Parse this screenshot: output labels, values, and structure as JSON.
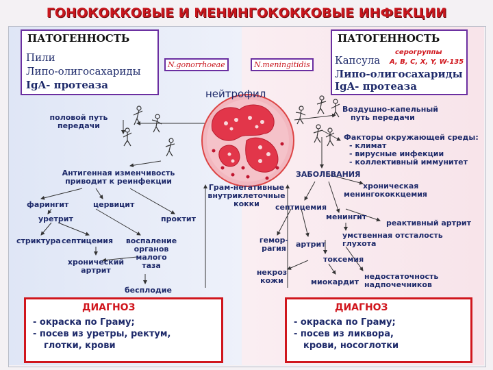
{
  "title": "ГОНОКОККОВЫЕ И МЕНИНГОКОККОВЫЕ ИНФЕКЦИИ",
  "left_pathogenicity": {
    "heading": "ПАТОГЕННОСТЬ",
    "items": [
      "Пили",
      "Липо-олигосахариды",
      "IgA- протеаза"
    ]
  },
  "right_pathogenicity": {
    "heading": "ПАТОГЕННОСТЬ",
    "items": [
      "Капсула",
      "Липо-олигосахариды",
      "IgA- протеаза"
    ],
    "serogroups_label": "серогруппы",
    "serogroups_values": "A, B, C, X, Y, W-135"
  },
  "species": {
    "gonorrhoeae": "N.gonorrhoeae",
    "meningitidis": "N.meningitidis"
  },
  "center": {
    "cell_label": "нейтрофил",
    "gram_line1": "Грам-негативные",
    "gram_line2": "внутриклеточные",
    "gram_line3": "кокки"
  },
  "left": {
    "transmission_1": "половой путь",
    "transmission_2": "передачи",
    "antigen_1": "Антигенная изменчивость",
    "antigen_2": "приводит к реинфекции",
    "pharyngitis": "фарингит",
    "cervicitis": "цервицит",
    "urethritis": "уретрит",
    "proctitis": "проктит",
    "stricture": "стриктура",
    "septicemia": "септицемия",
    "pid_1": "воспаление",
    "pid_2": "органов",
    "pid_3": "малого",
    "pid_4": "таза",
    "arthritis_1": "хронический",
    "arthritis_2": "артрит",
    "infertility": "бесплодие"
  },
  "right": {
    "transmission_1": "Воздушно-капельный",
    "transmission_2": "путь передачи",
    "factors_head": "Факторы окружающей среды:",
    "factors": [
      "- климат",
      "- вирусные инфекции",
      "- коллективный иммунитет"
    ],
    "diseases": "ЗАБОЛЕВАНИЯ",
    "chronic_1": "хроническая",
    "chronic_2": "менингококкцемия",
    "septicemia": "септицемия",
    "meningitis": "менингит",
    "reactive_arthritis": "реактивный артрит",
    "hemorrhage_1": "гемор-",
    "hemorrhage_2": "рагия",
    "arthritis": "артрит",
    "retard_1": "умственная отсталость",
    "retard_2": "глухота",
    "toxemia": "токсемия",
    "necrosis_1": "некроз",
    "necrosis_2": "кожи",
    "myocarditis": "миокардит",
    "adrenal_1": "недостаточность",
    "adrenal_2": "надпочечников"
  },
  "diagnosis_left": {
    "heading": "ДИАГНОЗ",
    "lines": [
      "- окраска по Граму;",
      "- посев из уретры, ректум,",
      "   глотки, крови"
    ]
  },
  "diagnosis_right": {
    "heading": "ДИАГНОЗ",
    "lines": [
      "- окраска по Граму;",
      "- посев из ликвора,",
      "   крови, носоглотки"
    ]
  },
  "colors": {
    "title": "#c8161d",
    "text": "#1e2a6a",
    "box_border": "#6a2ea0",
    "diagnosis_border": "#d0161d",
    "cell": "#e8677a"
  },
  "icons": [
    "human-figure-icon",
    "neutrophil-cell-icon"
  ]
}
